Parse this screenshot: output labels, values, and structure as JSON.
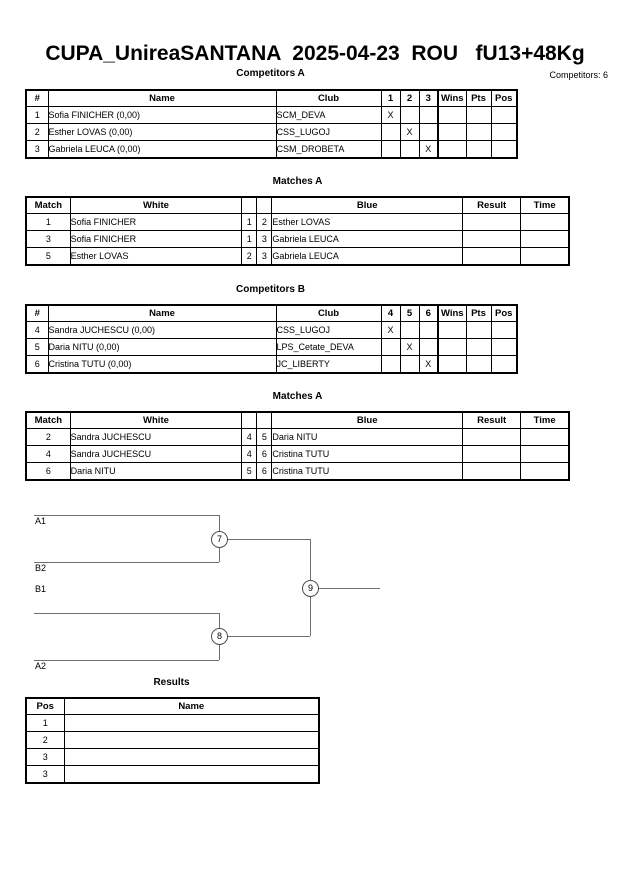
{
  "header": {
    "title": "CUPA_UnireaSANTANA  2025-04-23  ROU   fU13+48Kg",
    "competitors_count_label": "Competitors: 6"
  },
  "sections": {
    "competitors_a_caption": "Competitors A",
    "matches_a_caption": "Matches A",
    "competitors_b_caption": "Competitors B",
    "matches_b_caption": "Matches A",
    "results_caption": "Results"
  },
  "competitors_a": {
    "headers": {
      "num": "#",
      "name": "Name",
      "club": "Club",
      "m1": "1",
      "m2": "2",
      "m3": "3",
      "wins": "Wins",
      "pts": "Pts",
      "pos": "Pos"
    },
    "rows": [
      {
        "num": "1",
        "name": "Sofia FINICHER  (0,00)",
        "club": "SCM_DEVA",
        "m1": "X",
        "m2": "",
        "m3": "",
        "wins": "",
        "pts": "",
        "pos": ""
      },
      {
        "num": "2",
        "name": "Esther LOVAS  (0,00)",
        "club": "CSS_LUGOJ",
        "m1": "",
        "m2": "X",
        "m3": "",
        "wins": "",
        "pts": "",
        "pos": ""
      },
      {
        "num": "3",
        "name": "Gabriela LEUCA  (0,00)",
        "club": "CSM_DROBETA",
        "m1": "",
        "m2": "",
        "m3": "X",
        "wins": "",
        "pts": "",
        "pos": ""
      }
    ]
  },
  "matches_a": {
    "headers": {
      "match": "Match",
      "white": "White",
      "wnum": "",
      "bnum": "",
      "blue": "Blue",
      "result": "Result",
      "time": "Time"
    },
    "rows": [
      {
        "match": "1",
        "white": "Sofia FINICHER",
        "wnum": "1",
        "bnum": "2",
        "blue": "Esther LOVAS",
        "result": "",
        "time": ""
      },
      {
        "match": "3",
        "white": "Sofia FINICHER",
        "wnum": "1",
        "bnum": "3",
        "blue": "Gabriela LEUCA",
        "result": "",
        "time": ""
      },
      {
        "match": "5",
        "white": "Esther LOVAS",
        "wnum": "2",
        "bnum": "3",
        "blue": "Gabriela LEUCA",
        "result": "",
        "time": ""
      }
    ]
  },
  "competitors_b": {
    "headers": {
      "num": "#",
      "name": "Name",
      "club": "Club",
      "m1": "4",
      "m2": "5",
      "m3": "6",
      "wins": "Wins",
      "pts": "Pts",
      "pos": "Pos"
    },
    "rows": [
      {
        "num": "4",
        "name": "Sandra JUCHESCU  (0,00)",
        "club": "CSS_LUGOJ",
        "m1": "X",
        "m2": "",
        "m3": "",
        "wins": "",
        "pts": "",
        "pos": ""
      },
      {
        "num": "5",
        "name": "Daria NITU  (0,00)",
        "club": "LPS_Cetate_DEVA",
        "m1": "",
        "m2": "X",
        "m3": "",
        "wins": "",
        "pts": "",
        "pos": ""
      },
      {
        "num": "6",
        "name": "Cristina TUTU  (0,00)",
        "club": "JC_LIBERTY",
        "m1": "",
        "m2": "",
        "m3": "X",
        "wins": "",
        "pts": "",
        "pos": ""
      }
    ]
  },
  "matches_b": {
    "headers": {
      "match": "Match",
      "white": "White",
      "wnum": "",
      "bnum": "",
      "blue": "Blue",
      "result": "Result",
      "time": "Time"
    },
    "rows": [
      {
        "match": "2",
        "white": "Sandra JUCHESCU",
        "wnum": "4",
        "bnum": "5",
        "blue": "Daria NITU",
        "result": "",
        "time": ""
      },
      {
        "match": "4",
        "white": "Sandra JUCHESCU",
        "wnum": "4",
        "bnum": "6",
        "blue": "Cristina TUTU",
        "result": "",
        "time": ""
      },
      {
        "match": "6",
        "white": "Daria NITU",
        "wnum": "5",
        "bnum": "6",
        "blue": "Cristina TUTU",
        "result": "",
        "time": ""
      }
    ]
  },
  "bracket": {
    "seeds": [
      {
        "label": "A1"
      },
      {
        "label": "B2"
      },
      {
        "label": "B1"
      },
      {
        "label": "A2"
      }
    ],
    "nodes": [
      {
        "label": "7"
      },
      {
        "label": "8"
      },
      {
        "label": "9"
      }
    ]
  },
  "results": {
    "headers": {
      "pos": "Pos",
      "name": "Name"
    },
    "rows": [
      {
        "pos": "1",
        "name": ""
      },
      {
        "pos": "2",
        "name": ""
      },
      {
        "pos": "3",
        "name": ""
      },
      {
        "pos": "3",
        "name": ""
      }
    ]
  }
}
